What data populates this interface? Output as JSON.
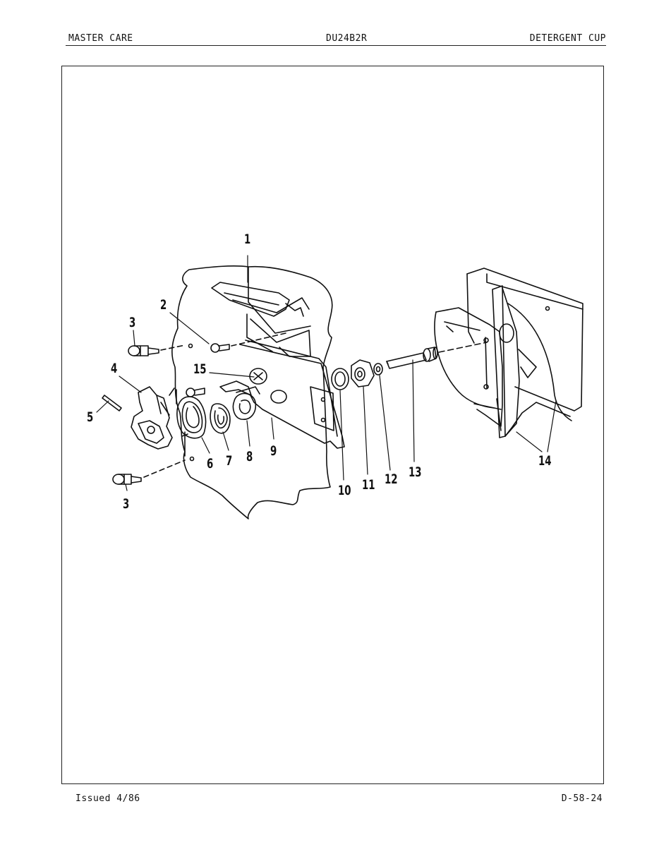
{
  "header": {
    "brand": "MASTER CARE",
    "model": "DU24B2R",
    "section": "DETERGENT CUP"
  },
  "callouts": {
    "c1": "1",
    "c2": "2",
    "c3a": "3",
    "c3b": "3",
    "c4": "4",
    "c5": "5",
    "c6": "6",
    "c7": "7",
    "c8": "8",
    "c9": "9",
    "c10": "10",
    "c11": "11",
    "c12": "12",
    "c13": "13",
    "c14": "14",
    "c15": "15"
  },
  "footer": {
    "issued": "Issued 4/86",
    "page_code": "D-58-24"
  }
}
